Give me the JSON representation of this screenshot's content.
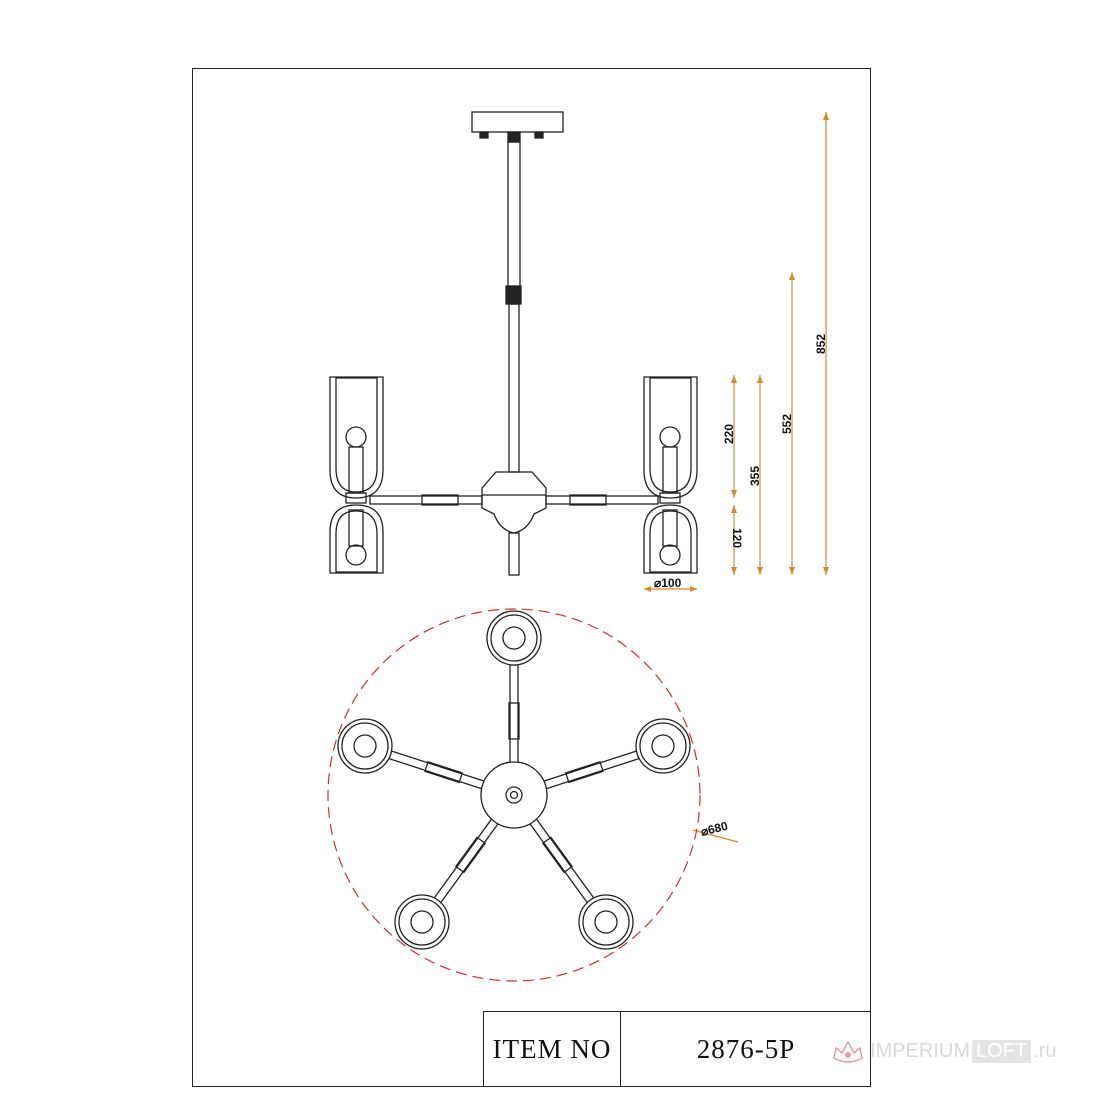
{
  "title_block": {
    "label": "ITEM NO",
    "value": "2876-5P"
  },
  "dimensions": {
    "overall_height": "852",
    "body_height": "552",
    "center_height": "355",
    "upper_shade_height": "220",
    "lower_shade_height": "120",
    "shade_diameter": "⌀100",
    "total_diameter": "⌀680"
  },
  "watermark": {
    "logo_icon": "crown-logo-icon",
    "part1": "IMPERIUM",
    "part2": "LOFT",
    "part3": ".ru"
  },
  "colors": {
    "line": "#222222",
    "dimension": "#d98a2b",
    "diameter_circle": "#d03030",
    "watermark": "#d9d9d9"
  }
}
